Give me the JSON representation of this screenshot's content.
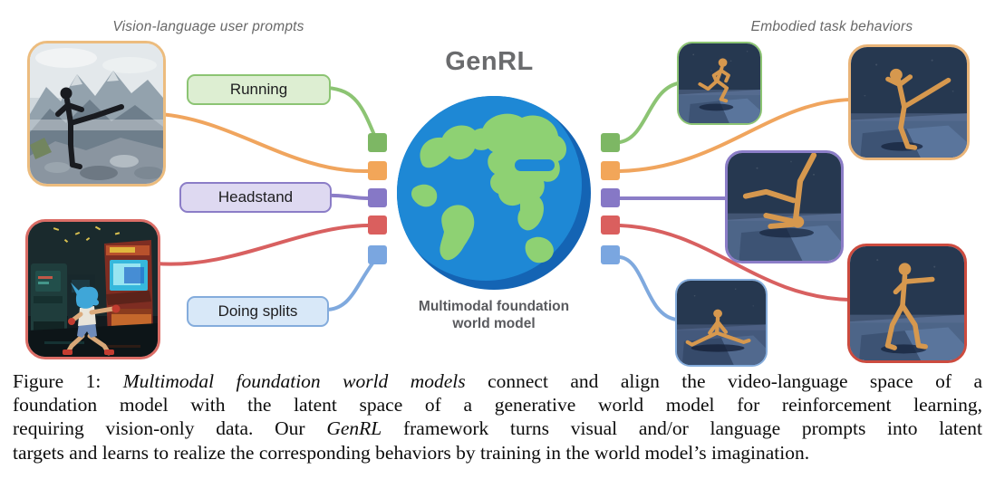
{
  "figure": {
    "left_panel_label": "Vision-language user prompts",
    "right_panel_label": "Embodied task behaviors",
    "model_name": "GenRL",
    "model_subtitle_line1": "Multimodal foundation",
    "model_subtitle_line2": "world model",
    "prompts": {
      "running": "Running",
      "headstand": "Headstand",
      "doing_splits": "Doing splits"
    },
    "channel_colors": {
      "green": "#7db764",
      "orange": "#f2a659",
      "purple": "#8678c6",
      "red": "#da5f5e",
      "blue": "#7aa6e0"
    },
    "accent_colors": {
      "prompt_green_fill": "#ddeed2",
      "prompt_purple_fill": "#ded9f1",
      "prompt_blue_fill": "#d8e8f8",
      "globe_ocean": "#1e88d5",
      "globe_land": "#8ed173",
      "title_gray": "#6a6b6d"
    },
    "images": {
      "karate_photo": "karate high-kick photo in mountains",
      "arcade_art": "fighter punching arcade cabinet pixel art",
      "behavior_running": "humanoid running",
      "behavior_kicking": "humanoid high kick",
      "behavior_headstand": "humanoid headstand",
      "behavior_splits": "humanoid doing splits",
      "behavior_punching": "humanoid punching"
    }
  },
  "caption": {
    "l1a": "Figure 1: ",
    "l1b": "Multimodal foundation world models",
    "l1c": " connect and align the video-language space of a",
    "l2": "foundation model with the latent space of a generative world model for reinforcement learning,",
    "l3a": "requiring vision-only data. Our ",
    "l3b": "GenRL",
    "l3c": " framework turns visual and/or language prompts into latent",
    "l4": "targets and learns to realize the corresponding behaviors by training in the world model’s imagination."
  }
}
